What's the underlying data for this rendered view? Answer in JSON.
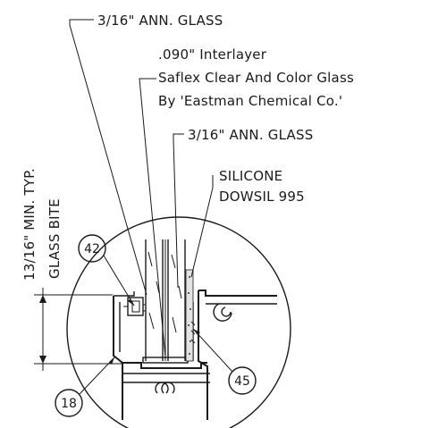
{
  "labels": {
    "glass_top": "3/16\" ANN. GLASS",
    "interlayer_1": ".090\" Interlayer",
    "interlayer_2": "Saflex Clear And Color Glass",
    "interlayer_3": "By 'Eastman Chemical Co.'",
    "glass_inner": "3/16\" ANN. GLASS",
    "silicone_1": "SILICONE",
    "silicone_2": "DOWSIL 995",
    "dim_min": "13/16\" MIN. TYP.",
    "dim_bite": "GLASS BITE"
  },
  "callouts": {
    "c42": "42",
    "c45": "45",
    "c18": "18"
  }
}
